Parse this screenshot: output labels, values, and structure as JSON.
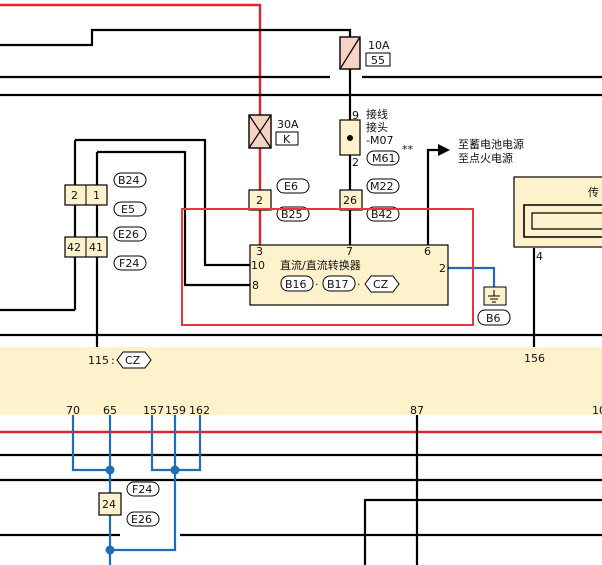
{
  "fuse_10a": {
    "rating": "10A",
    "number": "55"
  },
  "fuse_30a": {
    "rating": "30A",
    "number": "K"
  },
  "joint": {
    "pin_top": "9",
    "pin_bottom": "2",
    "line1": "接线",
    "line2": "接头",
    "line3": "-M07",
    "ref": "M61",
    "marks": "**"
  },
  "battery_note": {
    "line1": "至蓄电池电源",
    "line2": "至点火电源"
  },
  "conn_left": {
    "pin_a": "2",
    "pin_b": "1",
    "pin_c": "42",
    "pin_d": "41",
    "refs": [
      "B24",
      "E5",
      "E26",
      "F24"
    ]
  },
  "conn_e6": {
    "pin": "2",
    "ref_top": "E6",
    "ref_bottom": "B25"
  },
  "conn_m22": {
    "pin": "26",
    "ref_top": "M22",
    "ref_bottom": "B42"
  },
  "converter": {
    "title": "直流/直流转换器",
    "pin_3": "3",
    "pin_7": "7",
    "pin_6": "6",
    "pin_10": "10",
    "pin_8": "8",
    "pin_2": "2",
    "ref1": "B16",
    "ref2": "B17",
    "ref3": "CZ",
    "sep": "·"
  },
  "ground": {
    "ref": "B6"
  },
  "right_box": {
    "label": "传",
    "pin": "4"
  },
  "bus": {
    "label_115": "115",
    "colon": ":",
    "ref": "CZ",
    "label_156": "156",
    "pins": [
      "70",
      "65",
      "157",
      "159",
      "162",
      "87",
      "10"
    ]
  },
  "conn_bottom": {
    "pin": "24",
    "ref_top": "F24",
    "ref_bottom": "E26"
  },
  "colors": {
    "red": "#e0232e",
    "blue": "#1f6db5",
    "black": "#000000",
    "module": "#fdf2cc",
    "fuse": "#f7d3c4",
    "highlight": "#e8363a"
  }
}
